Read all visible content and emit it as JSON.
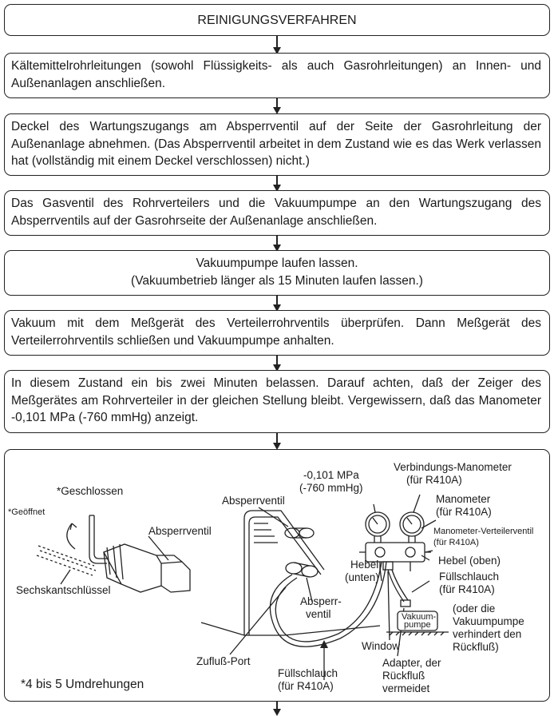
{
  "title": "REINIGUNGSVERFAHREN",
  "steps": [
    "Kältemittelrohrleitungen (sowohl Flüssigkeits- als auch Gasrohrleitungen) an Innen- und Außenanlagen anschließen.",
    "Deckel des Wartungszugangs am Absperrventil auf der Seite der Gasrohrleitung der Außenanlage abnehmen. (Das Absperrventil arbeitet in dem Zustand wie es das Werk verlassen hat (vollständig mit einem Deckel verschlossen) nicht.)",
    "Das Gasventil des Rohrverteilers und die Vakuumpumpe an den Wartungszugang des Absperrventils auf der Gasrohrseite der Außenanlage anschließen.",
    "Vakuumpumpe laufen lassen.",
    "(Vakuumbetrieb länger als 15 Minuten laufen lassen.)",
    "Vakuum mit dem Meßgerät des Verteilerrohrventils überprüfen. Dann Meßgerät des Verteilerrohrventils schließen und Vakuumpumpe anhalten.",
    "In diesem Zustand ein bis zwei Minuten belassen. Darauf achten, daß der Zeiger des Meßgerätes am Rohrverteiler in der gleichen Stellung bleibt. Vergewissern, daß das Manometer -0,101 MPa (-760 mmHg) anzeigt."
  ],
  "figure": {
    "geschlossen": "*Geschlossen",
    "geoeffnet": "*Geöffnet",
    "absperrventil_left": "Absperrventil",
    "sechskant": "Sechskantschlüssel",
    "absperrventil_top": "Absperrventil",
    "pressure_1": "-0,101 MPa",
    "pressure_2": "(-760 mmHg)",
    "verbindungs_1": "Verbindungs-Manometer",
    "verbindungs_2": "(für R410A)",
    "manometer_1": "Manometer",
    "manometer_2": "(für R410A)",
    "verteilerventil_1": "Manometer-Verteilerventil",
    "verteilerventil_2": "(für R410A)",
    "hebel_unten_1": "Hebel",
    "hebel_unten_2": "(unten)",
    "hebel_oben": "Hebel (oben)",
    "absperr_1": "Absperr-",
    "absperr_2": "ventil",
    "fuellschlauch_r_1": "Füllschlauch",
    "fuellschlauch_r_2": "(für R410A)",
    "zufluss": "Zufluß-Port",
    "oder_1": "(oder die",
    "oder_2": "Vakuumpumpe",
    "oder_3": "verhindert den",
    "oder_4": "Rückfluß)",
    "vakuumpumpe_1": "Vakuum-",
    "vakuumpumpe_2": "pumpe",
    "window": "Window",
    "adapter_1": "Adapter, der",
    "adapter_2": "Rückfluß",
    "adapter_3": "vermeidet",
    "fuellschlauch_b_1": "Füllschlauch",
    "fuellschlauch_b_2": "(für R410A)",
    "umdrehungen": "*4 bis 5 Umdrehungen"
  }
}
